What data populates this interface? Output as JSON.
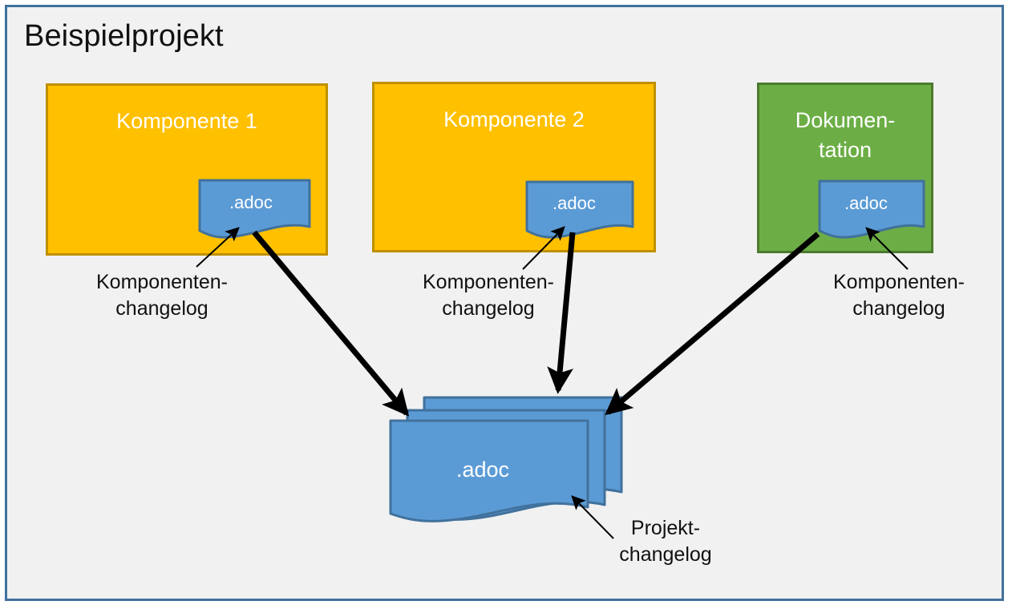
{
  "diagram": {
    "title": "Beispielprojekt",
    "frame": {
      "border_color": "#41719C",
      "background_color": "#F1F1F1"
    },
    "colors": {
      "component_fill": "#FFC000",
      "component_border": "#BF9000",
      "documentation_fill": "#6CAE45",
      "documentation_border": "#4C7A2F",
      "document_fill": "#5B9BD5",
      "document_border": "#41719C",
      "arrow_color": "#000000",
      "text_on_fill": "#FFFFFF",
      "label_text": "#111111"
    },
    "groups": [
      {
        "name": "komponente-1",
        "label": "Komponente 1",
        "fill": "#FFC000",
        "document_label": ".adoc",
        "annotation_line1": "Komponenten-",
        "annotation_line2": "changelog"
      },
      {
        "name": "komponente-2",
        "label": "Komponente 2",
        "fill": "#FFC000",
        "document_label": ".adoc",
        "annotation_line1": "Komponenten-",
        "annotation_line2": "changelog"
      },
      {
        "name": "dokumentation",
        "label_line1": "Dokumen-",
        "label_line2": "tation",
        "fill": "#6CAE45",
        "document_label": ".adoc",
        "annotation_line1": "Komponenten-",
        "annotation_line2": "changelog"
      }
    ],
    "project_stack": {
      "name": "projekt-changelog-stack",
      "document_label": ".adoc",
      "sheet_count": 3,
      "annotation_line1": "Projekt-",
      "annotation_line2": "changelog"
    },
    "arrows": [
      {
        "name": "arrow-komponente-1-to-project",
        "from": "komponente-1-adoc",
        "to": "projekt-changelog-stack",
        "style": "thick"
      },
      {
        "name": "arrow-komponente-2-to-project",
        "from": "komponente-2-adoc",
        "to": "projekt-changelog-stack",
        "style": "thick"
      },
      {
        "name": "arrow-dokumentation-to-project",
        "from": "dokumentation-adoc",
        "to": "projekt-changelog-stack",
        "style": "thick"
      },
      {
        "name": "callout-komponente-1",
        "from": "komponente-1-annotation",
        "to": "komponente-1-adoc",
        "style": "thin"
      },
      {
        "name": "callout-komponente-2",
        "from": "komponente-2-annotation",
        "to": "komponente-2-adoc",
        "style": "thin"
      },
      {
        "name": "callout-dokumentation",
        "from": "dokumentation-annotation",
        "to": "dokumentation-adoc",
        "style": "thin"
      },
      {
        "name": "callout-projekt",
        "from": "projekt-annotation",
        "to": "projekt-changelog-stack",
        "style": "thin"
      }
    ]
  }
}
